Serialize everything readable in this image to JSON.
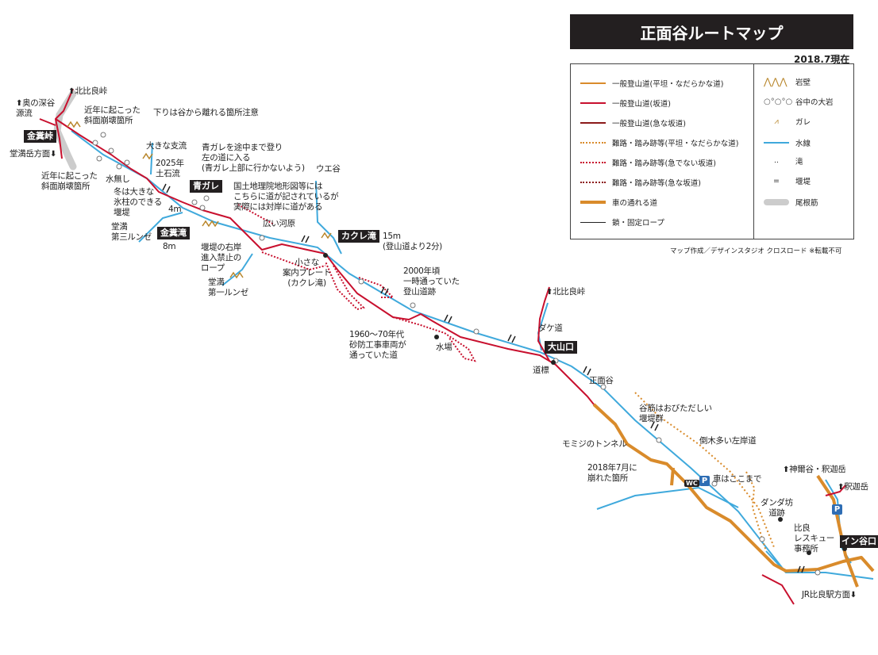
{
  "title": "正面谷ルートマップ",
  "as_of": "2018.7現在",
  "credit": "マップ作成／デザインスタジオ クロスロード ※転載不可",
  "colors": {
    "trail_flat": "#d98b2b",
    "trail_slope": "#c8102e",
    "trail_steep": "#8b1a1a",
    "water": "#3fa9dc",
    "car_road": "#d98b2b",
    "ridge": "#cccccc",
    "rock": "#b8862b"
  },
  "legend": {
    "lines": [
      "一般登山道(平坦・なだらかな道)",
      "一般登山道(坂道)",
      "一般登山道(急な坂道)",
      "難路・踏み跡等(平坦・なだらかな道)",
      "難路・踏み跡等(急でない坂道)",
      "難路・踏み跡等(急な坂道)",
      "車の通れる道",
      "鎖・固定ロープ"
    ],
    "symbols": [
      "岩壁",
      "谷中の大岩",
      "ガレ",
      "水線",
      "滝",
      "堰堤",
      "尾根筋"
    ]
  },
  "labels": [
    "北比良峠",
    "奥の深谷\n源流",
    "近年に起こった\n斜面崩壊箇所",
    "下りは谷から離れる箇所注意",
    "金糞峠",
    "堂満岳方面",
    "大きな支流",
    "2025年\n土石流",
    "青ガレを途中まで登り\n左の道に入る\n(青ガレ上部に行かないよう)",
    "ウエ谷",
    "近年に起こった\n斜面崩壊箇所",
    "水無し",
    "冬は大きな\n氷柱のできる\n堰堤",
    "青ガレ",
    "国土地理院地形図等には\nこちらに道が記されているが\n実際には対岸に道がある",
    "4m",
    "堂満\n第三ルンゼ",
    "金糞滝",
    "8m",
    "広い河原",
    "カクレ滝",
    "15m\n(登山道より2分)",
    "堰堤の右岸\n進入禁止の\nロープ",
    "小さな\n案内プレート\n(カクレ滝)",
    "堂満\n第一ルンゼ",
    "2000年頃\n一時通っていた\n登山道跡",
    "北比良峠",
    "1960〜70年代\n砂防工事車両が\n通っていた道",
    "水場",
    "ダケ道",
    "大山口",
    "道標",
    "正面谷",
    "谷筋はおびただしい\n堰堤群",
    "モミジのトンネル",
    "倒木多い左岸道",
    "2018年7月に\n崩れた箇所",
    "神爾谷・釈迦岳",
    "車はここまで",
    "釈迦岳",
    "ダンダ坊\n道跡",
    "比良\nレスキュー\n事務所",
    "イン谷口",
    "JR比良駅方面"
  ],
  "icons": {
    "parking": "P",
    "toilet": "WC",
    "arrow_up": "⬆",
    "arrow_down": "⬇"
  }
}
